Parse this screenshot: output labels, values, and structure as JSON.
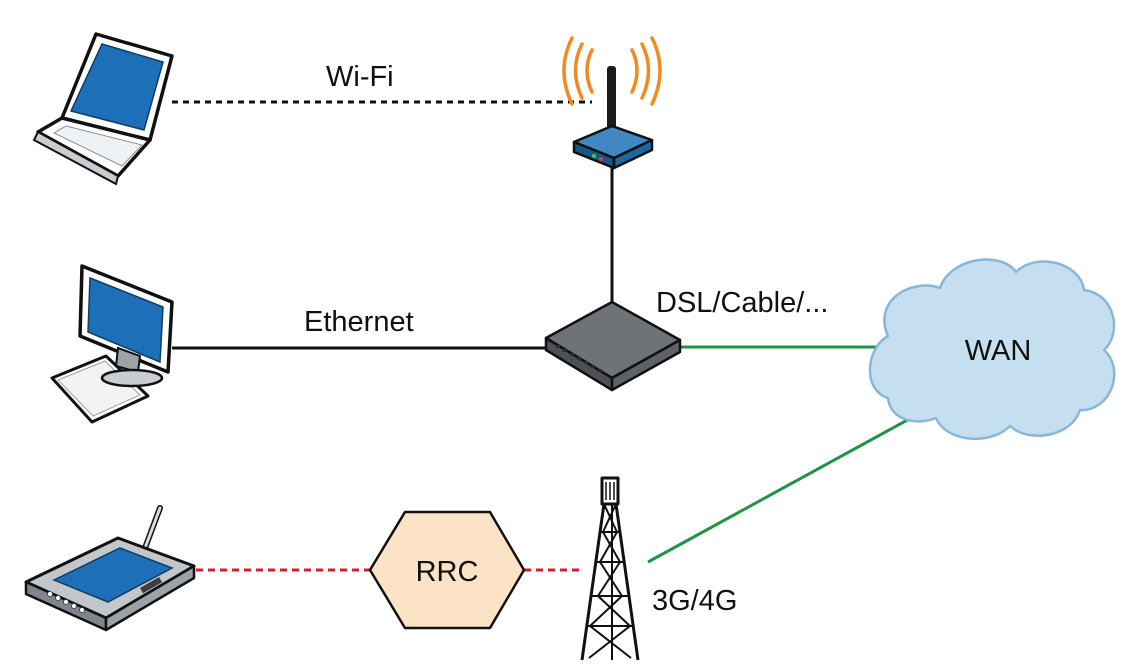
{
  "labels": {
    "wifi": "Wi-Fi",
    "ethernet": "Ethernet",
    "dsl": "DSL/Cable/...",
    "wan": "WAN",
    "rrc": "RRC",
    "mobile": "3G/4G"
  },
  "colors": {
    "wired_link": "#111111",
    "wan_link": "#1f9346",
    "radio_link": "#d0202e",
    "cloud_fill": "#c6dff0",
    "cloud_stroke": "#87b7db",
    "rrc_fill": "#fde3c6",
    "wifi_waves": "#f08b1f",
    "router_body": "#1e72b8",
    "screen_blue": "#1d6fb8",
    "switch_body": "#6f7378"
  },
  "icons": [
    "laptop-icon",
    "wifi-router-icon",
    "desktop-computer-icon",
    "network-switch-icon",
    "cloud-icon",
    "tablet-icon",
    "cell-tower-icon"
  ]
}
